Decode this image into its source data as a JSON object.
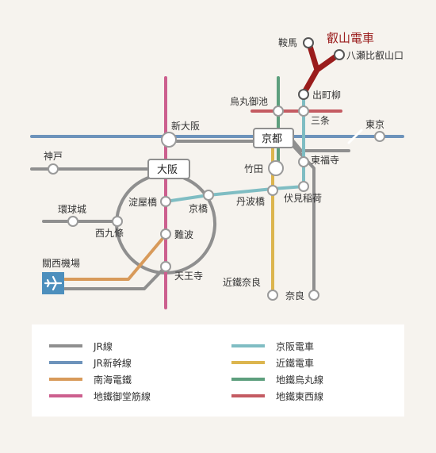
{
  "colors": {
    "jr": "#8f8f8f",
    "shinkansen": "#6d93bb",
    "nankai": "#d89a5a",
    "midosuji": "#cc5f8e",
    "keihan": "#7fbdc3",
    "kintetsu": "#dcb54e",
    "karasuma": "#5d9f7d",
    "tozai": "#c45b62",
    "eizan": "#9a1c1c",
    "airport": "#4d8fbd"
  },
  "eizan_title": "叡山電車",
  "stations": {
    "kurama": "鞍馬",
    "yase": "八瀬比叡山口",
    "demachiyanagi": "出町柳",
    "karasuma_oike": "烏丸御池",
    "sanjo": "三条",
    "tokyo": "東京",
    "shin_osaka": "新大阪",
    "kyoto": "京都",
    "kobe": "神戸",
    "tofukuji": "東福寺",
    "takeda": "竹田",
    "osaka": "大阪",
    "yodoyabashi": "淀屋橋",
    "kyobashi": "京橋",
    "tambabashi": "丹波橋",
    "fushimi_inari": "伏見稲荷",
    "osakajo": "環球城",
    "nishikujo": "西九條",
    "namba": "難波",
    "kansai_airport": "關西機場",
    "tennoji": "天王寺",
    "kintetsu_nara": "近鐵奈良",
    "nara": "奈良"
  },
  "legend": [
    {
      "label": "JR線",
      "color": "#8f8f8f"
    },
    {
      "label": "京阪電車",
      "color": "#7fbdc3"
    },
    {
      "label": "JR新幹線",
      "color": "#6d93bb"
    },
    {
      "label": "近鐵電車",
      "color": "#dcb54e"
    },
    {
      "label": "南海電鐵",
      "color": "#d89a5a"
    },
    {
      "label": "地鐵烏丸線",
      "color": "#5d9f7d"
    },
    {
      "label": "地鐵御堂筋線",
      "color": "#cc5f8e"
    },
    {
      "label": "地鐵東西線",
      "color": "#c45b62"
    }
  ]
}
